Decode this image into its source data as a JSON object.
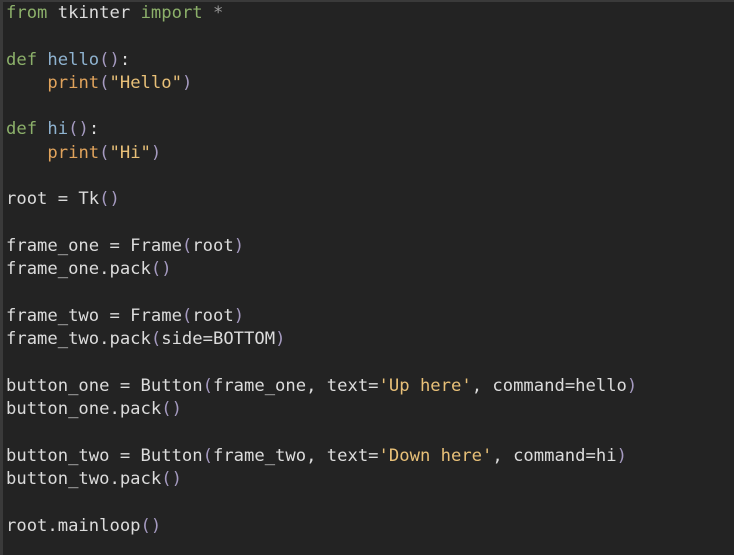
{
  "editor": {
    "language": "python",
    "background": "#232323",
    "colors": {
      "keyword": "#8cb06a",
      "function_name": "#8fb3d0",
      "builtin": "#e0a35c",
      "string": "#e8c078",
      "default": "#dcdcdc",
      "paren": "#a59ac0"
    },
    "lines": [
      "from tkinter import *",
      "",
      "def hello():",
      "    print(\"Hello\")",
      "",
      "def hi():",
      "    print(\"Hi\")",
      "",
      "root = Tk()",
      "",
      "frame_one = Frame(root)",
      "frame_one.pack()",
      "",
      "frame_two = Frame(root)",
      "frame_two.pack(side=BOTTOM)",
      "",
      "button_one = Button(frame_one, text='Up here', command=hello)",
      "button_one.pack()",
      "",
      "button_two = Button(frame_two, text='Down here', command=hi)",
      "button_two.pack()",
      "",
      "root.mainloop()"
    ],
    "tokens": {
      "l1": {
        "from": "from",
        "mod": "tkinter",
        "import": "import",
        "star": "*"
      },
      "l3": {
        "def": "def",
        "name": "hello",
        "parens": "()",
        "colon": ":"
      },
      "l4": {
        "indent": "    ",
        "print": "print",
        "open": "(",
        "str": "\"Hello\"",
        "close": ")"
      },
      "l6": {
        "def": "def",
        "name": "hi",
        "parens": "()",
        "colon": ":"
      },
      "l7": {
        "indent": "    ",
        "print": "print",
        "open": "(",
        "str": "\"Hi\"",
        "close": ")"
      },
      "l9": {
        "a": "root = Tk",
        "b": "()"
      },
      "l11": {
        "a": "frame_one = Frame",
        "o": "(",
        "b": "root",
        "c": ")"
      },
      "l12": {
        "a": "frame_one.pack",
        "b": "()"
      },
      "l14": {
        "a": "frame_two = Frame",
        "o": "(",
        "b": "root",
        "c": ")"
      },
      "l15": {
        "a": "frame_two.pack",
        "o": "(",
        "b": "side=BOTTOM",
        "c": ")"
      },
      "l17": {
        "a": "button_one = Button",
        "o": "(",
        "b": "frame_one, text=",
        "s": "'Up here'",
        "d": ", command=hello",
        "c": ")"
      },
      "l18": {
        "a": "button_one.pack",
        "b": "()"
      },
      "l20": {
        "a": "button_two = Button",
        "o": "(",
        "b": "frame_two, text=",
        "s": "'Down here'",
        "d": ", command=hi",
        "c": ")"
      },
      "l21": {
        "a": "button_two.pack",
        "b": "()"
      },
      "l23": {
        "a": "root.mainloop",
        "b": "()"
      }
    }
  }
}
